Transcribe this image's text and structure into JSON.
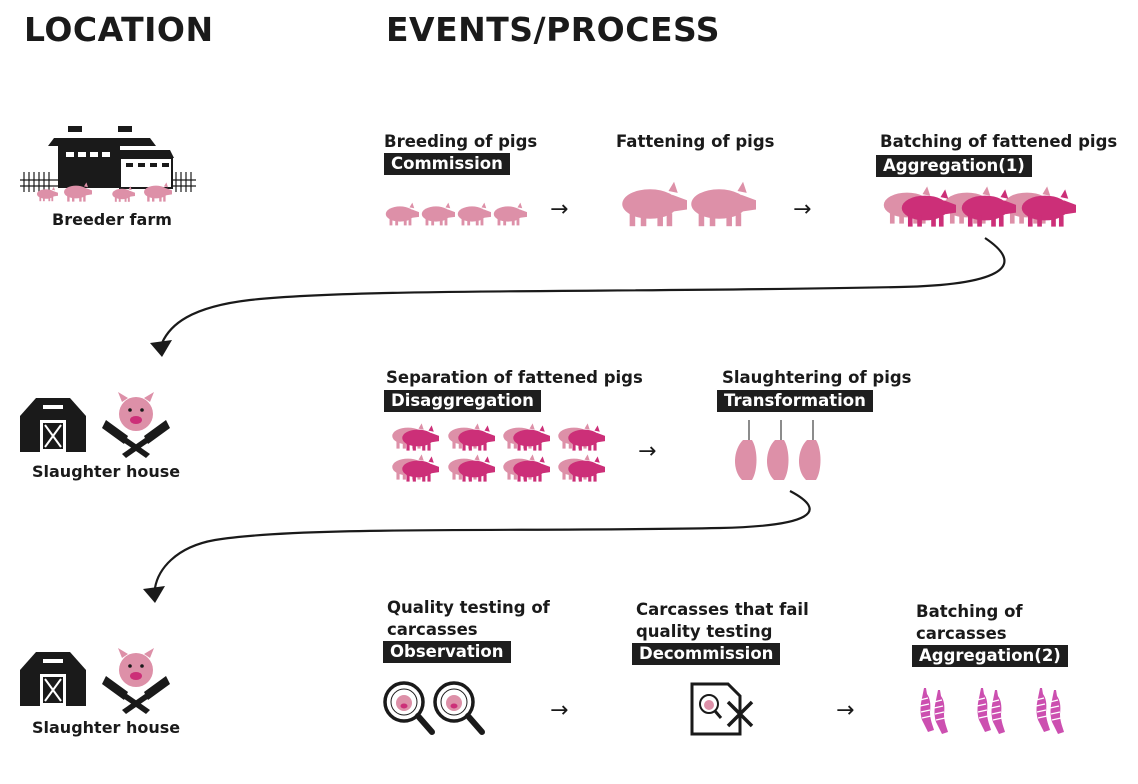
{
  "headers": {
    "location": "LOCATION",
    "events": "EVENTS/PROCESS"
  },
  "locations": {
    "breeder": "Breeder farm",
    "slaughter1": "Slaughter house",
    "slaughter2": "Slaughter house"
  },
  "events": {
    "breeding": {
      "title": "Breeding of pigs",
      "tag": "Commission"
    },
    "fattening": {
      "title": "Fattening of pigs"
    },
    "batching_pigs": {
      "title": "Batching of fattened pigs",
      "tag": "Aggregation(1)"
    },
    "separation": {
      "title": "Separation of fattened pigs",
      "tag": "Disaggregation"
    },
    "slaughtering": {
      "title": "Slaughtering of pigs",
      "tag": "Transformation"
    },
    "quality": {
      "title_line1": "Quality testing of",
      "title_line2": "carcasses",
      "tag": "Observation"
    },
    "fail": {
      "title_line1": "Carcasses that fail",
      "title_line2": "quality testing",
      "tag": "Decommission"
    },
    "batching_carcasses": {
      "title_line1": "Batching of",
      "title_line2": "carcasses",
      "tag": "Aggregation(2)"
    }
  },
  "arrow_glyph": "→",
  "colors": {
    "pig_light": "#dd90a8",
    "pig_dark": "#cc2f78",
    "ink": "#1a1a1a",
    "tag_bg": "#1e1e1e"
  },
  "icons": [
    "barn-icon",
    "pig-icon",
    "cleaver-icon",
    "magnifier-icon",
    "document-x-icon",
    "carcass-icon"
  ]
}
